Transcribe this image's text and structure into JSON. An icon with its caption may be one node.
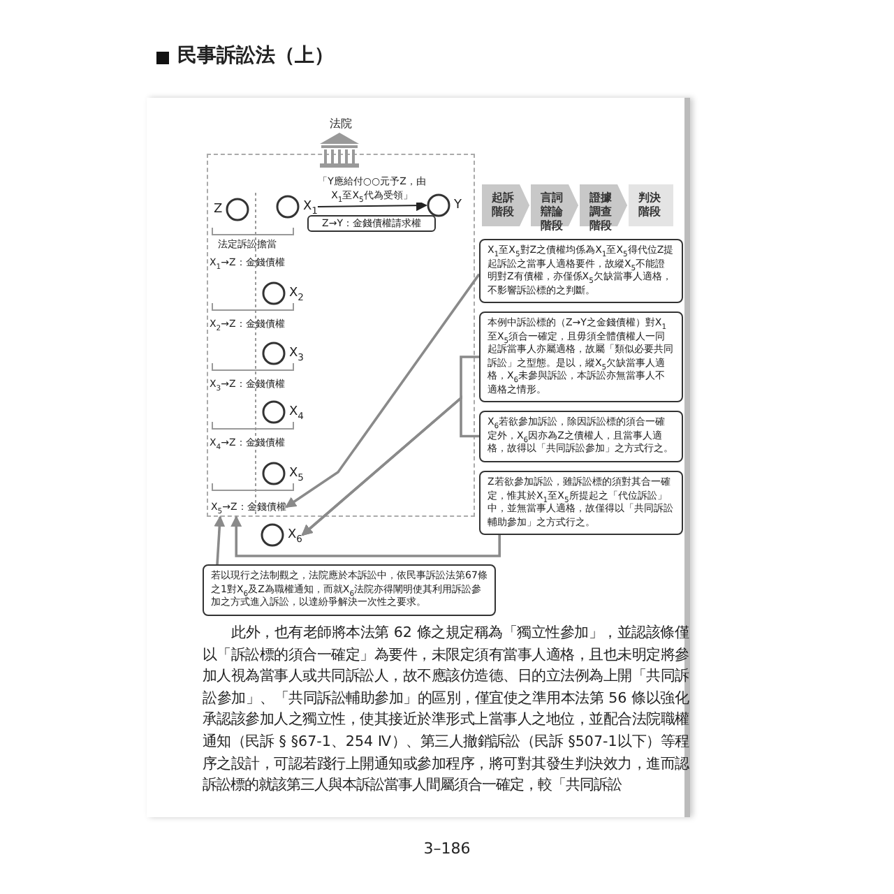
{
  "diagram": {
    "title": "民事訴訟法（上）",
    "nodes": [
      {
        "text": [],
        "shape": "box"
      },
      {
        "text": [
          "Z"
        ],
        "in": 0
      },
      {
        "text": [
          "X$_{1}$"
        ],
        "in": 0
      },
      {
        "text": [
          "Y"
        ],
        "in": 0
      },
      {
        "text": [
          "Z→Y：金錢債權請求權"
        ],
        "in": 0
      },
      {
        "text": [
          "X$_{2}$"
        ],
        "in": 0
      },
      {
        "text": [
          "X$_{3}$"
        ],
        "in": 0
      },
      {
        "text": [
          "X$_{4}$"
        ],
        "in": 0
      },
      {
        "text": [
          "X$_{5}$"
        ],
        "in": 0
      },
      {
        "text": [
          "X$_{5}$→Z：金錢債權"
        ],
        "in": 0
      },
      {
        "text": [
          "X$_{6}$"
        ]
      },
      {
        "text": [
          "起訴階段"
        ]
      },
      {
        "text": [
          "言詞辯論階段"
        ]
      },
      {
        "text": [
          "證據調查階段"
        ]
      },
      {
        "text": [
          "判決階段"
        ]
      },
      {
        "text": [
          "X$_{1}$至X$_{5}$對Z之債權均係為X$_{1}$至X$_{5}$得代位Z提起訴訟之當事人適格要件，故縱X$_{5}$不能證明對Z有債權，亦僅係X$_{5}$欠缺當事人適格，不影響訴訟標的之判斷。"
        ]
      },
      {
        "text": [
          "本例中訴訟標的（Z→Y之金錢債權）對X$_{1}$至X$_{5}$須合一確定，且毋須全體債權人一同起訴當事人亦屬適格，故屬「類似必要共同訴訟」之型態。是以，縱X$_{5}$欠缺當事人適格，X$_{6}$未參與訴訟，本訴訟亦無當事人不適格之情形。"
        ]
      },
      {
        "text": [
          "X$_{6}$若欲參加訴訟，除因訴訟標的須合一確定外，X$_{6}$因亦為Z之債權人，且當事人適格，故得以「共同訴訟參加」之方式行之。"
        ]
      },
      {
        "text": [
          "Z若欲參加訴訟，雖訴訟標的須對其合一確定，惟其於X$_{1}$至X$_{5}$所提起之「代位訴訟」中，並無當事人適格，故僅得以「共同訴訟輔助參加」之方式行之。"
        ]
      },
      {
        "text": [
          "若以現行之法制觀之，法院應於本訴訟中，依民事訴訟法第67條之1對X$_{6}$及Z為職權通知，而就X$_{6}$法院亦得闡明使其利用訴訟參加之方式進入訴訟，以達紛爭解決一次性之要求。"
        ]
      }
    ],
    "edges": [
      {
        "from": 2,
        "to": 3,
        "arrow": "to",
        "label": "「Y應給付○○元予Z，由X$_{1}$至X$_{5}$代為受領」",
        "color": "#222222"
      },
      {
        "from": 15,
        "to": 9,
        "arrow": "to"
      },
      {
        "from": 16,
        "to": 10,
        "arrow": "to"
      },
      {
        "from": 17,
        "to": 10,
        "arrow": "to"
      },
      {
        "from": 18,
        "to": 0,
        "arrow": "to"
      },
      {
        "from": 19,
        "to": 0,
        "arrow": "to"
      },
      {
        "from": 11,
        "to": 12,
        "arrow": "to",
        "color": "#c8c8c8"
      },
      {
        "from": 12,
        "to": 13,
        "arrow": "to",
        "color": "#c8c8c8"
      },
      {
        "from": 13,
        "to": 14,
        "arrow": "to",
        "color": "#c8c8c8"
      }
    ],
    "labels": [
      "法院",
      "法定訴訟擔當",
      "X$_{1}$→Z：金錢債權",
      "X$_{2}$→Z：金錢債權",
      "X$_{3}$→Z：金錢債權",
      "X$_{4}$→Z：金錢債權",
      "此外，也有老師將本法第 62 條之規定稱為「獨立性參加」，並認該條僅以「訴訟標的須合一確定」為要件，未限定須有當事人適格，且也未明定將參加人視為當事人或共同訴訟人，故不應該仿造德、日的立法例為上開「共同訴訟參加」、「共同訴訟輔助參加」的區別，僅宜使之準用本法第 56 條以強化承認該參加人之獨立性，使其接近於準形式上當事人之地位，並配合法院職權通知（民訴 § §67-1、254 Ⅳ）、第三人撤銷訴訟（民訴 §507-1以下）等程序之設計，可認若踐行上開通知或參加程序，將可對其發生判決效力，進而認訴訟標的就該第三人與本訴訟當事人間屬須合一確定，較「共同訴訟",
      "3–186"
    ]
  }
}
